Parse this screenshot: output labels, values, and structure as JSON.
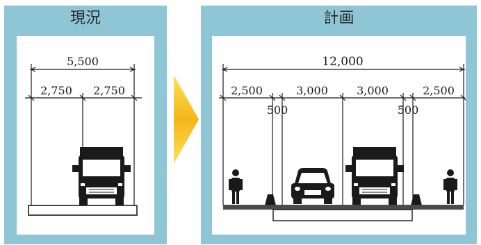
{
  "current": {
    "title": "現況",
    "total_width": "5,500",
    "lane_left": "2,750",
    "lane_right": "2,750"
  },
  "plan": {
    "title": "計画",
    "total_width": "12,000",
    "sidewalk_left": "2,500",
    "median_left": "500",
    "lane_left": "3,000",
    "lane_right": "3,000",
    "median_right": "500",
    "sidewalk_right": "2,500"
  },
  "colors": {
    "panel_border": "#8ec6d6",
    "arrow_top": "#f5b51a",
    "arrow_bottom": "#fde25a",
    "road_surface": "#4a4a4a"
  }
}
